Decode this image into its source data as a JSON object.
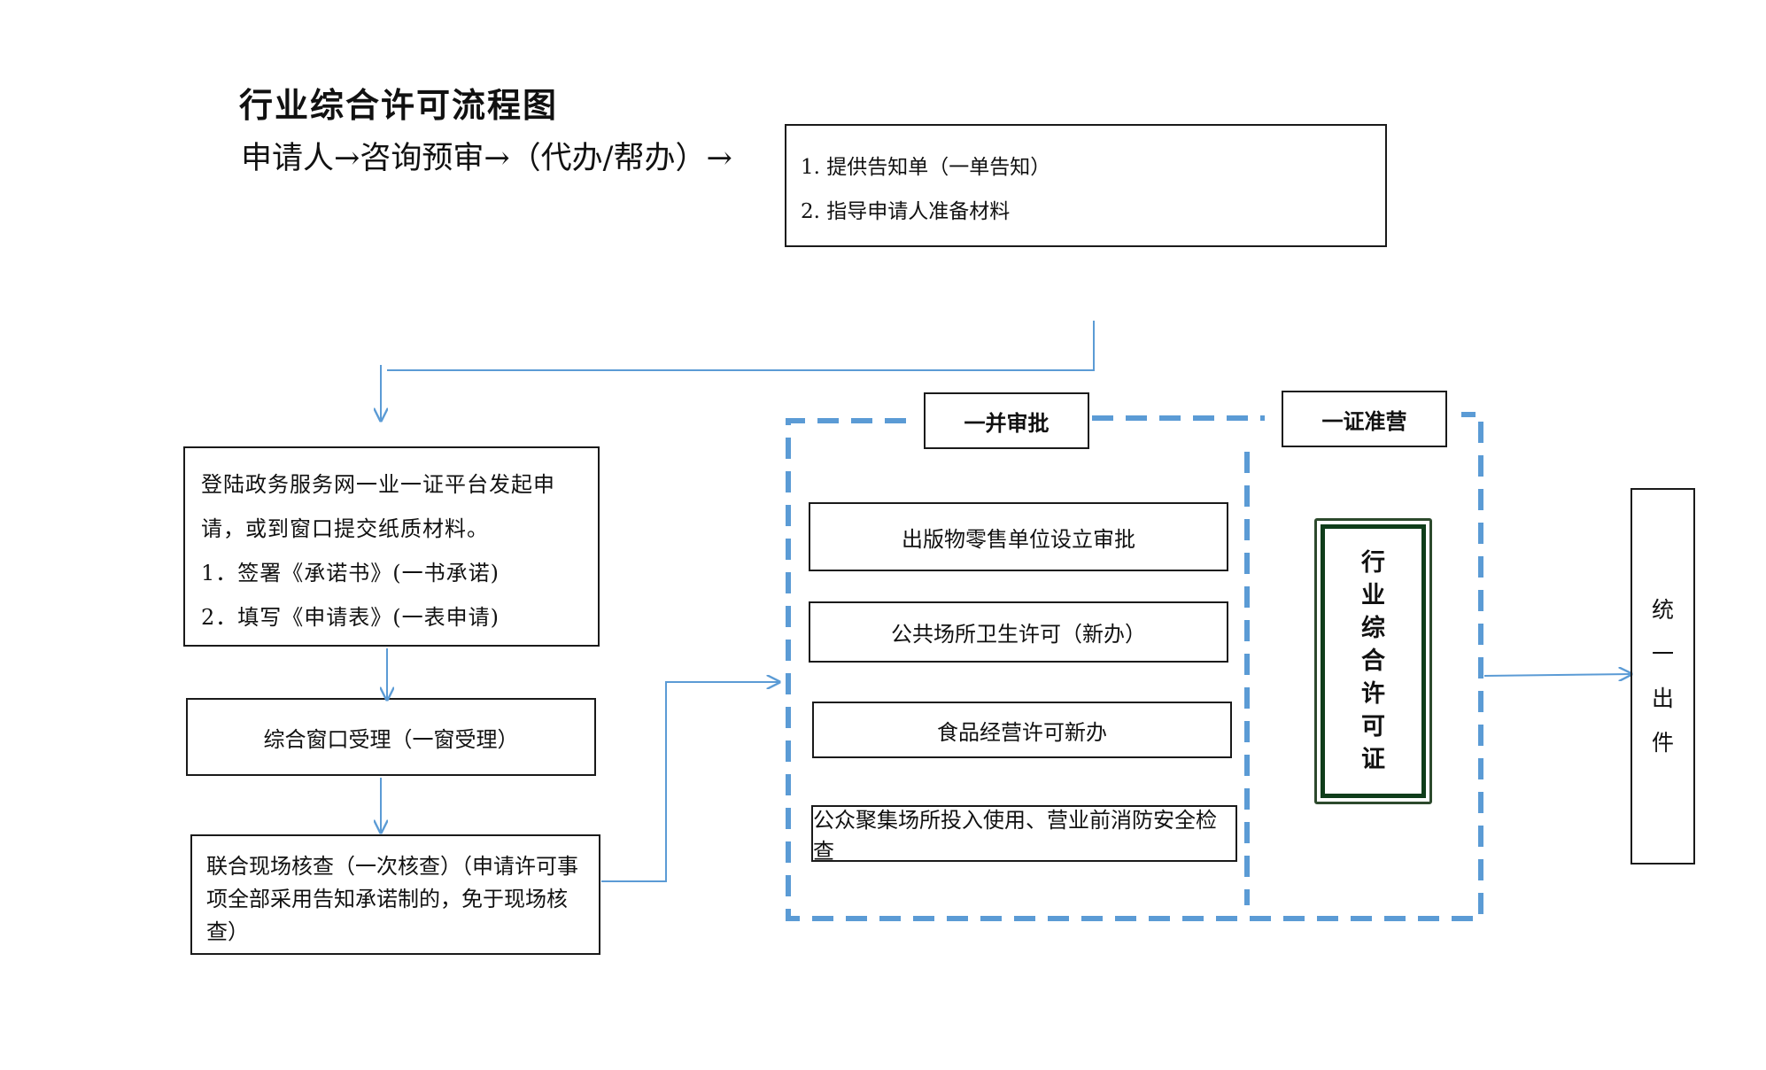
{
  "title": "行业综合许可流程图",
  "flow_header": "申请人→咨询预审→（代办/帮办）→",
  "advice_box": {
    "items": [
      "1.  提供告知单（一单告知）",
      "2.  指导申请人准备材料"
    ]
  },
  "apply_box": {
    "lines": [
      "登陆政务服务网一业一证平台发起申",
      "请，或到窗口提交纸质材料。",
      "1．签署《承诺书》(一书承诺)",
      "2．填写《申请表》(一表申请)"
    ]
  },
  "window_box": "综合窗口受理（一窗受理）",
  "check_box": "联合现场核查（一次核查）（申请许可事项全部采用告知承诺制的，免于现场核查）",
  "joint_approval_label": "一并审批",
  "license_label": "一证准营",
  "approval_items": [
    "出版物零售单位设立审批",
    "公共场所卫生许可（新办）",
    "食品经营许可新办",
    "公众聚集场所投入使用、营业前消防安全检查"
  ],
  "license_chars": [
    "行",
    "业",
    "综",
    "合",
    "许",
    "可",
    "证"
  ],
  "unify_chars": [
    "统",
    "一",
    "出",
    "件"
  ],
  "colors": {
    "dashed_border": "#5b9bd5",
    "arrow": "#5b9bd5",
    "license_frame": "#0f3d1a"
  }
}
